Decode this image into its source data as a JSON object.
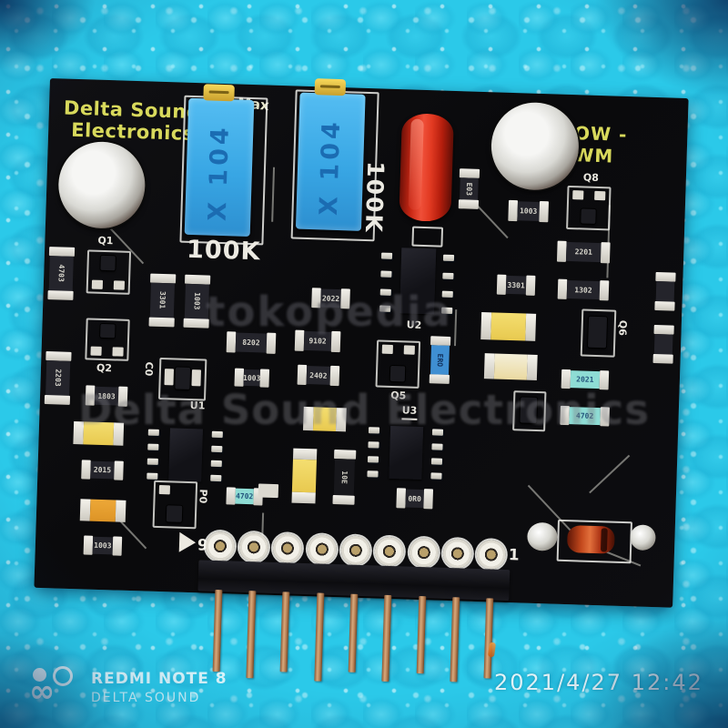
{
  "silkscreen": {
    "brand_line1": "Delta Sound",
    "brand_line2": "Electronics",
    "title": "POW - PWM",
    "imax": "I Max",
    "trimmer1_value": "100K",
    "trimmer2_value": "100K",
    "trimmer_marking": "X 104",
    "pin_left": "9",
    "pin_right": "1"
  },
  "labels": {
    "q1": "Q1",
    "q2": "Q2",
    "q5": "Q5",
    "q6": "Q6",
    "q8": "Q8",
    "u1": "U1",
    "u2": "U2",
    "u3": "U3",
    "c0": "C0",
    "p0": "P0"
  },
  "smd_codes": [
    "4703",
    "2203",
    "1803",
    "2015",
    "1003",
    "3301",
    "1003",
    "2022",
    "8202",
    "9102",
    "1003",
    "2402",
    "1003",
    "2201",
    "3301",
    "1302",
    "0R0",
    "10E",
    "E03",
    "ERO",
    "4702",
    "2021",
    "4702"
  ],
  "watermarks": {
    "marketplace": "tokopedia",
    "brand": "Delta Sound Electronics"
  },
  "camera": {
    "logo": "∞",
    "device": "REDMI NOTE 8",
    "studio": "DELTA SOUND",
    "timestamp": "2021/4/27  12:42"
  },
  "colors": {
    "bubble_wrap": "#2bc9e9",
    "pcb": "#0b0b0d",
    "silkscreen_yellow": "#d8d95c",
    "silkscreen_white": "#eceae2",
    "trimmer_blue": "#38a6e4",
    "trimmer_screw_gold": "#e0b842",
    "red_capacitor": "#d32a18",
    "electrolytic_silver": "#d9d9d4",
    "led_yellow": "#eed45e",
    "led_orange": "#e59d2e",
    "teal_component": "#8edcd4",
    "pin_copper": "#c08a5c",
    "diode_glass_orange": "#c4491d"
  }
}
